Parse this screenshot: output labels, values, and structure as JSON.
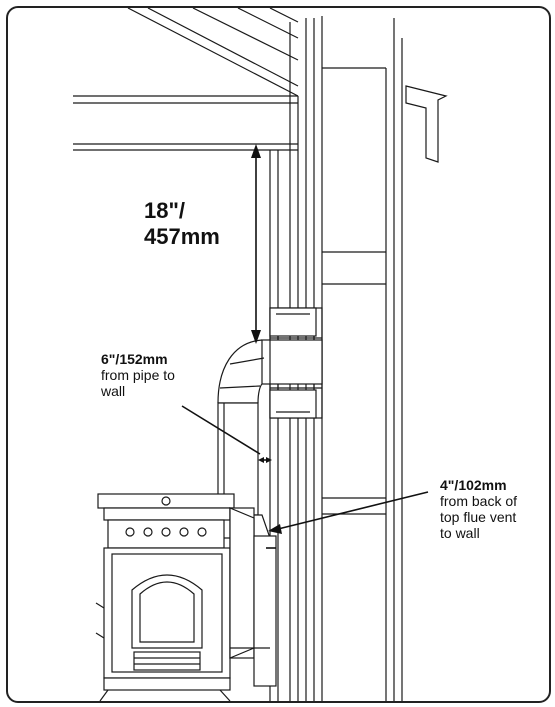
{
  "labels": {
    "ceiling_clearance": {
      "line1": "18\"/",
      "line2": "457mm"
    },
    "pipe_to_wall": {
      "value": "6\"/152mm",
      "line1": "from pipe to",
      "line2": "wall"
    },
    "flue_to_wall": {
      "value": "4\"/102mm",
      "line1": "from back of",
      "line2": "top flue vent",
      "line3": "to wall"
    }
  },
  "colors": {
    "line": "#1a1a1a",
    "frame": "#222222",
    "background": "#ffffff"
  }
}
